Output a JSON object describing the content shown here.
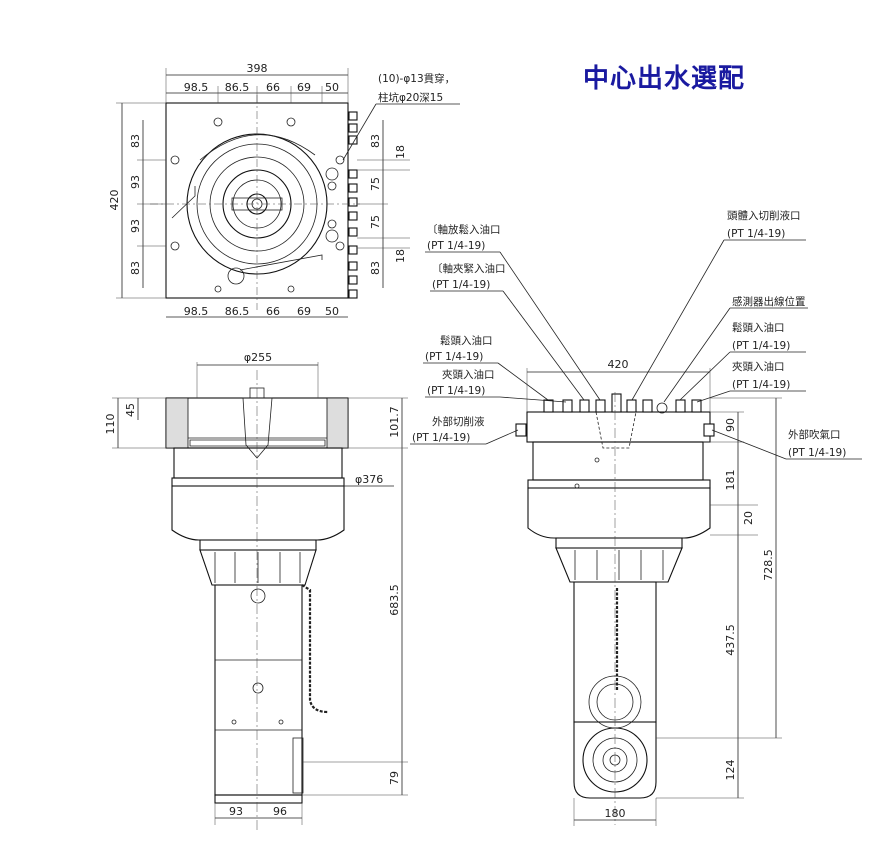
{
  "title": "中心出水選配",
  "top_view": {
    "width_total": "398",
    "width_segments": [
      "98.5",
      "86.5",
      "66",
      "69",
      "50"
    ],
    "height_total": "420",
    "height_segments": [
      "83",
      "93",
      "93",
      "83"
    ],
    "hole_note_line1": "(10)-φ13貫穿，",
    "hole_note_line2": "柱坑φ20深15",
    "right_dims": [
      "83",
      "75",
      "75",
      "83"
    ],
    "right_dims_small": [
      "18",
      "18"
    ],
    "bottom_segments": [
      "98.5",
      "86.5",
      "66",
      "69",
      "50"
    ]
  },
  "side_view": {
    "dia_top": "φ255",
    "dia_flange": "φ376",
    "dim_45": "45",
    "dim_110": "110",
    "dim_101_7": "101.7",
    "dim_683_5": "683.5",
    "dim_79": "79",
    "bottom_a": "93",
    "bottom_b": "96"
  },
  "front_view": {
    "width_total": "420",
    "dim_90": "90",
    "dim_181": "181",
    "dim_20": "20",
    "dim_728_5": "728.5",
    "dim_437_5": "437.5",
    "dim_124": "124",
    "bottom_width": "180"
  },
  "callouts": [
    {
      "name": "主軸放鬆入油口",
      "text": "〔軸放鬆入油口",
      "spec": "(PT 1/4-19)"
    },
    {
      "name": "主軸夾緊入油口",
      "text": "〔軸夾緊入油口",
      "spec": "(PT 1/4-19)"
    },
    {
      "name": "鬆頭入油口-左",
      "text": "鬆頭入油口",
      "spec": "(PT 1/4-19)"
    },
    {
      "name": "夾頭入油口-左",
      "text": "夾頭入油口",
      "spec": "(PT 1/4-19)"
    },
    {
      "name": "外部切削液",
      "text": "外部切削液",
      "spec": "(PT 1/4-19)"
    },
    {
      "name": "頭體入切削液口",
      "text": "頭體入切削液口",
      "spec": "(PT 1/4-19)"
    },
    {
      "name": "感測器出線位置",
      "text": "感測器出線位置",
      "spec": ""
    },
    {
      "name": "鬆頭入油口-右",
      "text": "鬆頭入油口",
      "spec": "(PT 1/4-19)"
    },
    {
      "name": "夾頭入油口-右",
      "text": "夾頭入油口",
      "spec": "(PT 1/4-19)"
    },
    {
      "name": "外部吹氣口",
      "text": "外部吹氣口",
      "spec": "(PT 1/4-19)"
    }
  ]
}
